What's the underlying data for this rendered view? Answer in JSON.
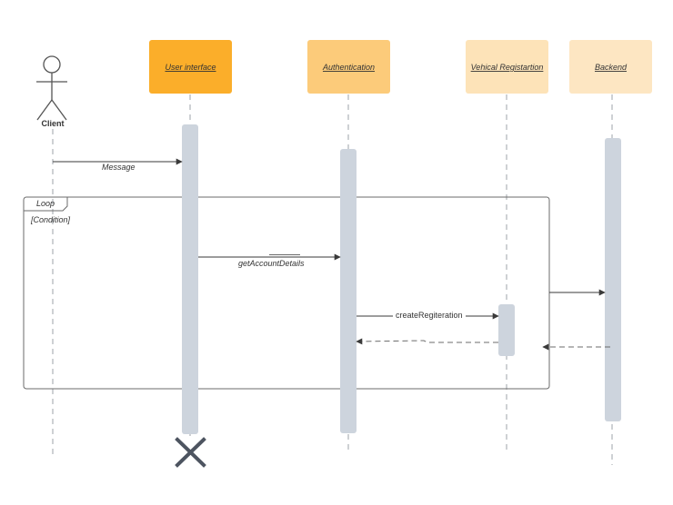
{
  "actor": {
    "label": "Client"
  },
  "participants": [
    {
      "id": "ui",
      "label": "User interface",
      "color": "#FBAE2A"
    },
    {
      "id": "auth",
      "label": "Authentication",
      "color": "#FCCB7A"
    },
    {
      "id": "veh",
      "label": "Vehical Registartion",
      "color": "#FDE3B8"
    },
    {
      "id": "backend",
      "label": "Backend",
      "color": "#FDE6C2"
    }
  ],
  "fragment": {
    "operator": "Loop",
    "guard": "[Condition]"
  },
  "messages": [
    {
      "id": "message",
      "label": "Message",
      "style": "solid"
    },
    {
      "id": "get-account-details",
      "label": "getAccountDetails",
      "style": "solid"
    },
    {
      "id": "create-registration",
      "label": "createRegiteration",
      "style": "solid"
    },
    {
      "id": "to-backend",
      "label": "",
      "style": "solid"
    },
    {
      "id": "veh-return",
      "label": "",
      "style": "dashed"
    },
    {
      "id": "backend-return",
      "label": "",
      "style": "dashed"
    }
  ],
  "colors": {
    "activation": "#CDD4DD",
    "lifeline": "#9EA3A8",
    "line": "#3A3A3A",
    "fragment_border": "#6B6B6B",
    "destroy": "#4D5460"
  },
  "destroy_marker": "x-destroy-icon"
}
